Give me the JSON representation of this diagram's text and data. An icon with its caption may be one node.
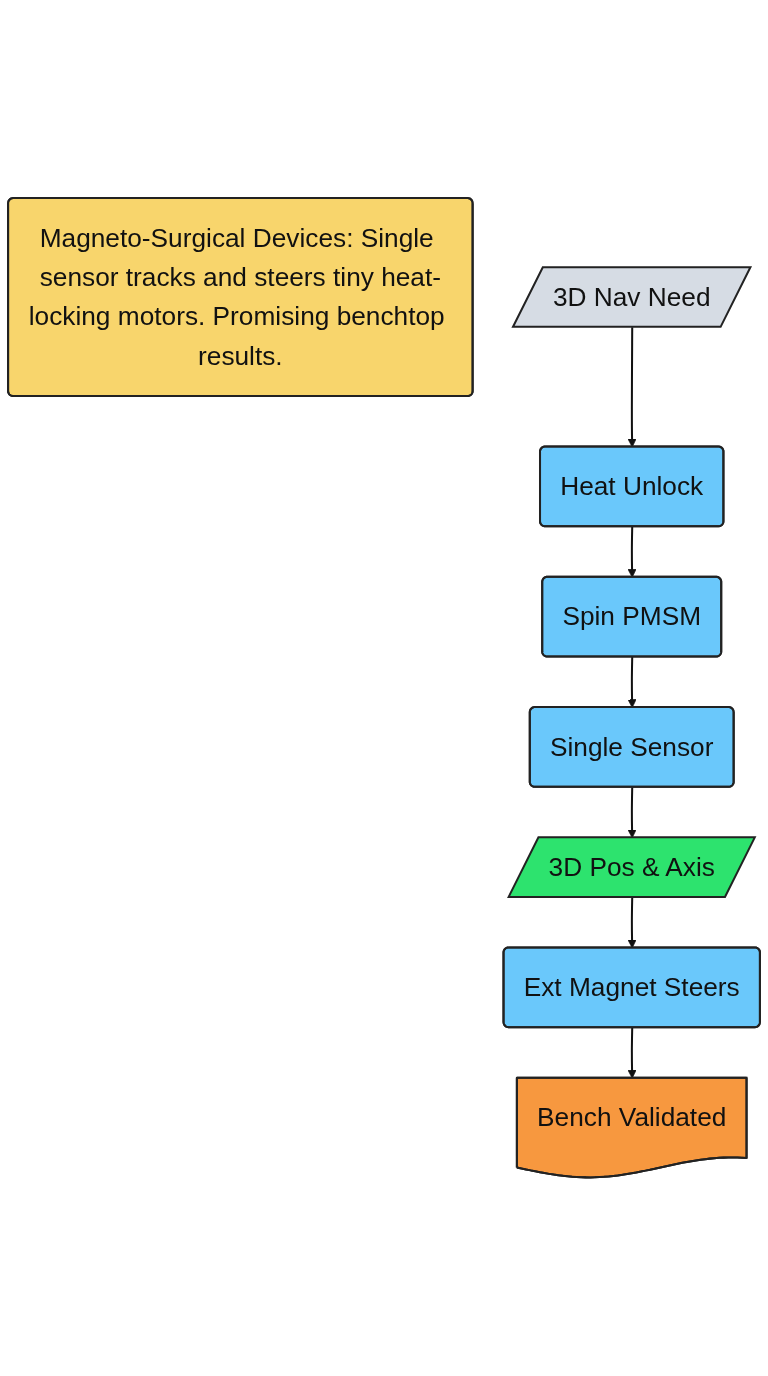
{
  "diagram": {
    "nodes": [
      {
        "text": [
          "Magneto-Surgical Devices: Single sensor tracks and steers tiny heat-locking motors. Promising benchtop results."
        ]
      },
      {
        "text": [
          "3D Nav Need"
        ]
      },
      {
        "text": [
          "Heat Unlock"
        ]
      },
      {
        "text": [
          "Spin PMSM"
        ]
      },
      {
        "text": [
          "Single Sensor"
        ]
      },
      {
        "text": [
          "3D Pos & Axis"
        ]
      },
      {
        "text": [
          "Ext Magnet Steers"
        ]
      },
      {
        "text": [
          "Bench Validated"
        ]
      }
    ],
    "edges": [
      {
        "from": 1,
        "to": 2,
        "arrow": "to"
      },
      {
        "from": 2,
        "to": 3,
        "arrow": "to"
      },
      {
        "from": 3,
        "to": 4,
        "arrow": "to"
      },
      {
        "from": 4,
        "to": 5,
        "arrow": "to"
      },
      {
        "from": 5,
        "to": 6,
        "arrow": "to"
      },
      {
        "from": 6,
        "to": 7,
        "arrow": "to"
      }
    ]
  }
}
